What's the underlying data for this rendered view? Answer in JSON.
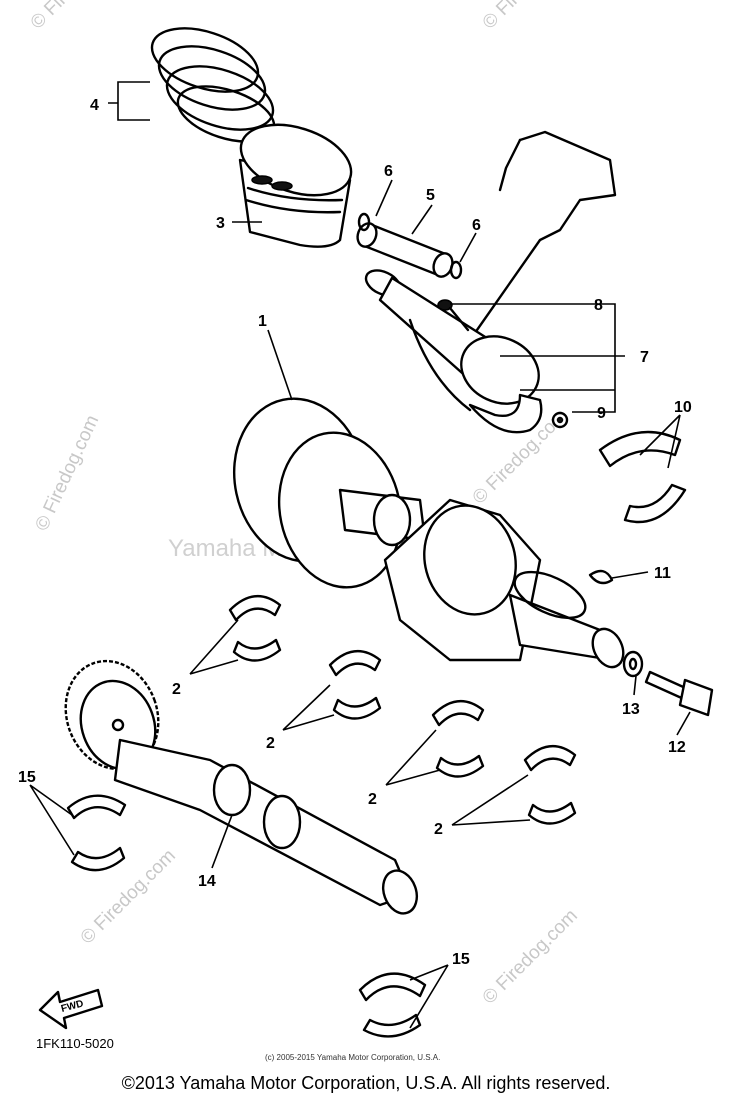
{
  "diagram": {
    "callouts": {
      "c1": "1",
      "c2a": "2",
      "c2b": "2",
      "c2c": "2",
      "c2d": "2",
      "c3": "3",
      "c4": "4",
      "c5": "5",
      "c6a": "6",
      "c6b": "6",
      "c7": "7",
      "c8": "8",
      "c9": "9",
      "c10": "10",
      "c11": "11",
      "c12": "12",
      "c13": "13",
      "c14": "14",
      "c15a": "15",
      "c15b": "15"
    },
    "fwd_label": "FWD",
    "drawing_code": "1FK110-5020"
  },
  "watermarks": {
    "firedog": "© Firedog.com",
    "center": "Yamaha Motor Corp., U.S.A."
  },
  "credit_small": "(c) 2005-2015 Yamaha Motor Corporation, U.S.A.",
  "footer": "©2013 Yamaha Motor Corporation, U.S.A. All rights reserved."
}
